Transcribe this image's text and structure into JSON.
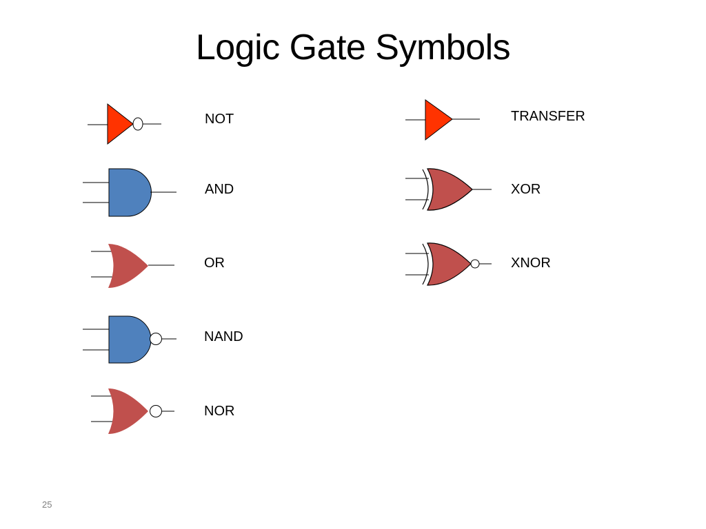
{
  "slide": {
    "title": "Logic Gate Symbols",
    "page_number": "25"
  },
  "gates": {
    "not": {
      "label": "NOT",
      "fill": "#ff3300"
    },
    "and": {
      "label": "AND",
      "fill": "#4f81bd"
    },
    "or": {
      "label": "OR",
      "fill": "#c0504d"
    },
    "nand": {
      "label": "NAND",
      "fill": "#4f81bd"
    },
    "nor": {
      "label": "NOR",
      "fill": "#c0504d"
    },
    "transfer": {
      "label": "TRANSFER",
      "fill": "#ff3300"
    },
    "xor": {
      "label": "XOR",
      "fill": "#c0504d"
    },
    "xnor": {
      "label": "XNOR",
      "fill": "#c0504d"
    }
  }
}
